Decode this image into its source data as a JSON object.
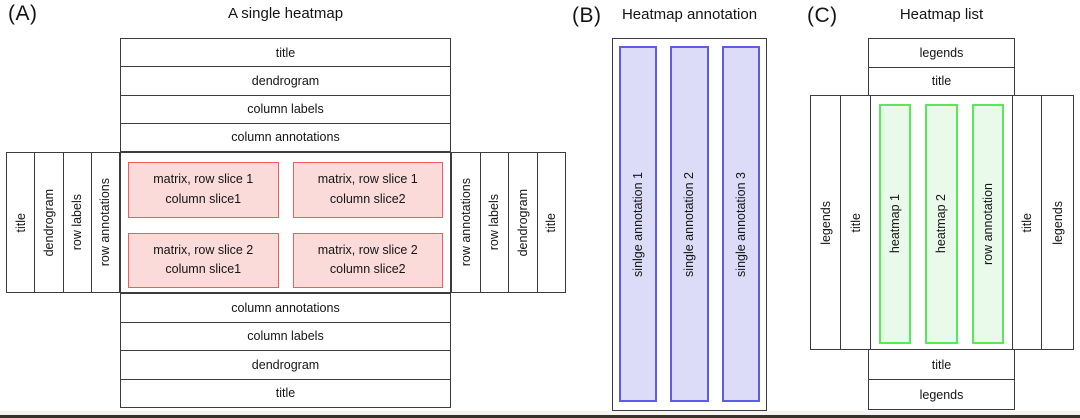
{
  "panels": {
    "a": {
      "label": "(A)",
      "title": "A single heatmap",
      "top_rows": [
        "title",
        "dendrogram",
        "column labels",
        "column annotations"
      ],
      "left_cols": [
        "title",
        "dendrogram",
        "row labels",
        "row annotations"
      ],
      "right_cols": [
        "row annotations",
        "row labels",
        "dendrogram",
        "title"
      ],
      "bottom_rows": [
        "column annotations",
        "column labels",
        "dendrogram",
        "title"
      ],
      "cells": [
        [
          "matrix, row slice 1",
          "column slice1"
        ],
        [
          "matrix, row slice 1",
          "column slice2"
        ],
        [
          "matrix, row slice 2",
          "column slice1"
        ],
        [
          "matrix, row slice 2",
          "column slice2"
        ]
      ],
      "matrix_fill": "#fbdada",
      "matrix_border": "#f25c5c"
    },
    "b": {
      "label": "(B)",
      "title": "Heatmap annotation",
      "bars": [
        "sinlge annotation 1",
        "single annotation 2",
        "single annotation 3"
      ],
      "bar_fill": "#dcdcf8",
      "bar_border": "#5c5ce8"
    },
    "c": {
      "label": "(C)",
      "title": "Heatmap list",
      "top_rows": [
        "legends",
        "title"
      ],
      "left_cols": [
        "legends",
        "title"
      ],
      "bars": [
        "heatmap 1",
        "heatmap 2",
        "row annotation"
      ],
      "right_cols": [
        "title",
        "legends"
      ],
      "bottom_rows": [
        "title",
        "legends"
      ],
      "bar_fill": "#eafaea",
      "bar_border": "#58e858"
    }
  }
}
